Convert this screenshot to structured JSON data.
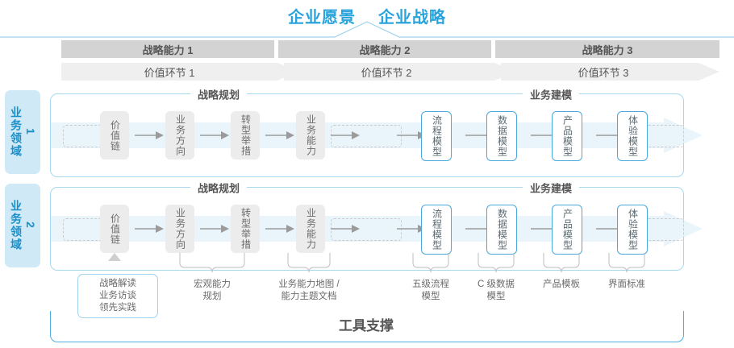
{
  "header": {
    "titles": [
      "企业愿景",
      "企业战略"
    ],
    "accent_color": "#29a3dc"
  },
  "capabilities": [
    {
      "capability": "战略能力 1",
      "value_chain": "价值环节 1"
    },
    {
      "capability": "战略能力 2",
      "value_chain": "价值环节 2"
    },
    {
      "capability": "战略能力 3",
      "value_chain": "价值环节 3"
    }
  ],
  "domains": [
    {
      "label_text": "业务领域",
      "label_num": "1"
    },
    {
      "label_text": "业务领域",
      "label_num": "2"
    }
  ],
  "sections": {
    "left": "战略规划",
    "right": "业务建模"
  },
  "nodes": {
    "left": [
      "价值链",
      "业务方向",
      "转型举措",
      "业务能力"
    ],
    "right": [
      "流程模型",
      "数据模型",
      "产品模型",
      "体验模型"
    ]
  },
  "tool_labels": [
    {
      "lines": [
        "战略解读",
        "业务访谈",
        "领先实践"
      ],
      "boxed": true
    },
    {
      "lines": [
        "宏观能力",
        "规划"
      ],
      "boxed": false
    },
    {
      "lines": [
        "业务能力地图 /",
        "能力主题文档"
      ],
      "boxed": false
    },
    {
      "lines": [
        "五级流程",
        "模型"
      ],
      "boxed": false
    },
    {
      "lines": [
        "C 级数据",
        "模型"
      ],
      "boxed": false
    },
    {
      "lines": [
        "产品模板"
      ],
      "boxed": false
    },
    {
      "lines": [
        "界面标准"
      ],
      "boxed": false
    }
  ],
  "footer": {
    "title": "工具支撑"
  },
  "colors": {
    "cap_bar": "#d3d3d3",
    "value_chevron": "#efefef",
    "band": "#eaf5fb",
    "node_gray": "#ececec",
    "node_blue_border": "#49a9dd",
    "sidebar": "#cfe9f7",
    "container_border": "#a8d8ef"
  }
}
